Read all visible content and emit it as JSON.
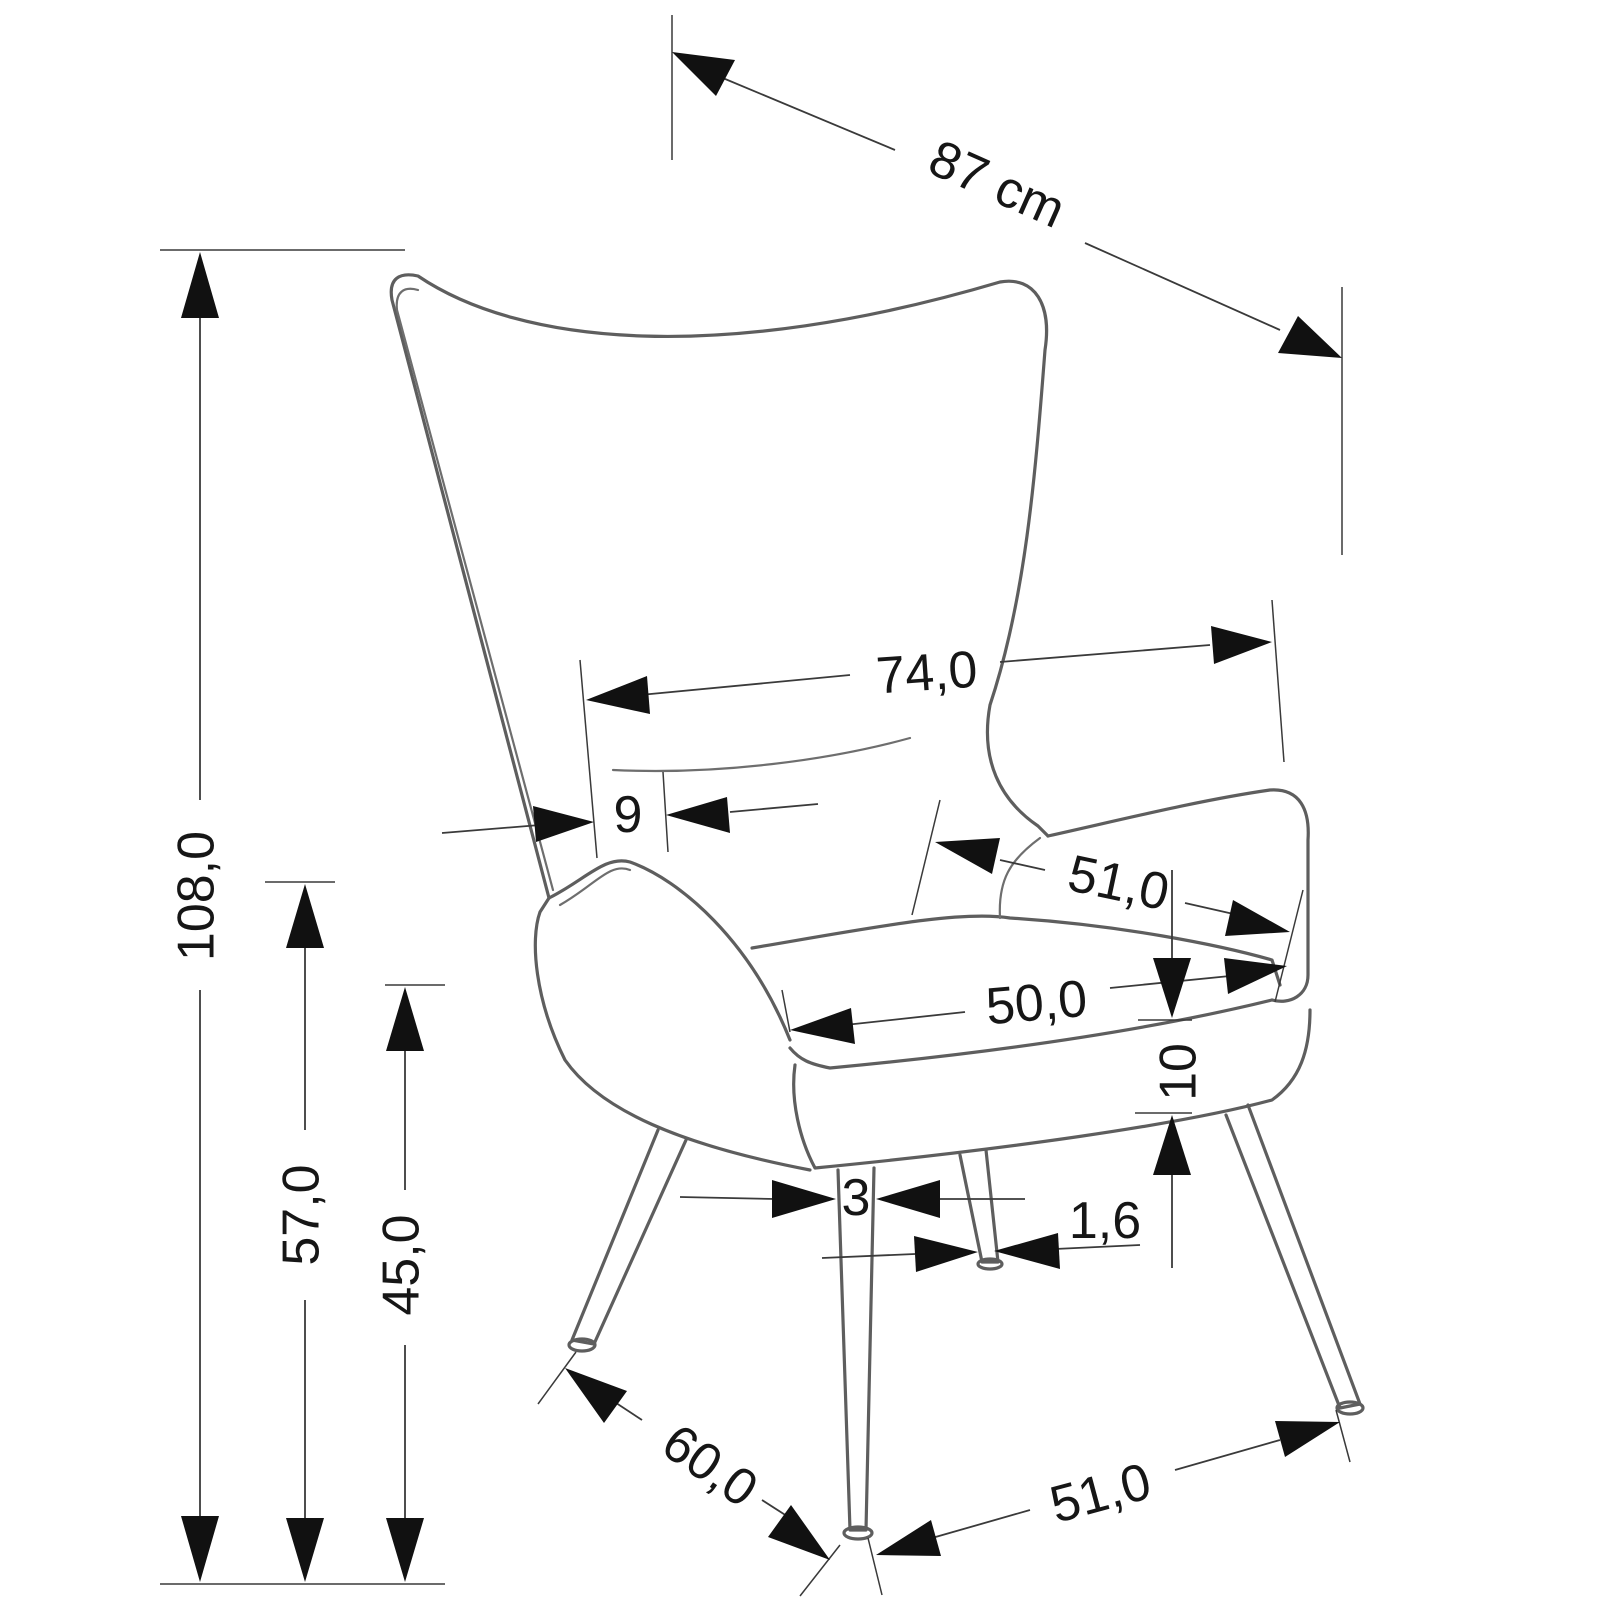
{
  "dimensions": {
    "depth_top": "87 cm",
    "total_height": "108,0",
    "armrest_height": "57,0",
    "seat_height": "45,0",
    "inner_back_width": "74,0",
    "back_frame": "9",
    "armrest_width": "51,0",
    "seat_width": "50,0",
    "seat_cushion": "10",
    "leg_top": "3",
    "leg_bottom": "1,6",
    "base_depth": "60,0",
    "base_width": "51,0"
  },
  "colors": {
    "outline": "#5e5e5e",
    "dimension": "#111111",
    "background": "#ffffff"
  }
}
